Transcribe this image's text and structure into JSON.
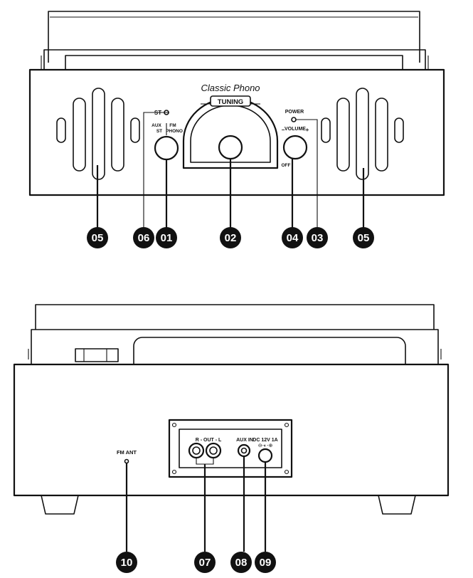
{
  "front": {
    "brand": "Classic Phono",
    "tuning_label": "TUNING",
    "power_label": "POWER",
    "volume_label": "VOLUME",
    "volume_minus": "−",
    "volume_plus": "+",
    "off_label": "OFF",
    "mode_aux": "AUX",
    "mode_fm": "FM",
    "mode_st": "ST",
    "mode_phono": "PHONO",
    "stereo_indicator": "ST"
  },
  "back": {
    "fm_ant_label": "FM ANT",
    "out_label": "R - OUT - L",
    "aux_in_label": "AUX IN",
    "dc_label": "DC 12V 1A",
    "polarity_symbol": "⊖-◐-⊕"
  },
  "callouts": {
    "c01": "01",
    "c02": "02",
    "c03": "03",
    "c04": "04",
    "c05a": "05",
    "c05b": "05",
    "c06": "06",
    "c07": "07",
    "c08": "08",
    "c09": "09",
    "c10": "10"
  }
}
